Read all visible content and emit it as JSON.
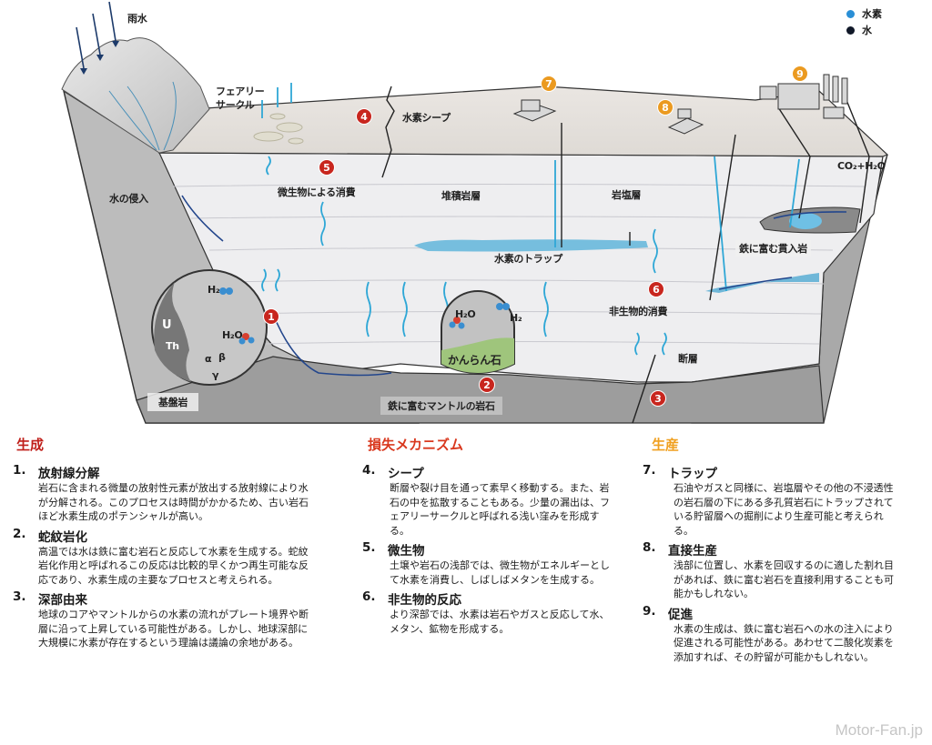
{
  "legend": [
    {
      "label": "水素",
      "color": "#2a8fd6"
    },
    {
      "label": "水",
      "color": "#101828"
    }
  ],
  "diagram_labels": {
    "rain": "雨水",
    "fairy_circle": [
      "フェアリー",
      "サークル"
    ],
    "hydrogen_seep": "水素シープ",
    "microbial_consumption": "微生物による消費",
    "water_intrusion": "水の侵入",
    "sedimentary_layer": "堆積岩層",
    "salt_layer": "岩塩層",
    "hydrogen_trap": "水素のトラップ",
    "abiotic_consumption": "非生物的消費",
    "fault": "断層",
    "iron_rich_intrusion": "鉄に富む貫入岩",
    "co2_h2o": "CO₂+H₂O",
    "basement_rock": "基盤岩",
    "iron_rich_mantle": "鉄に富むマントルの岩石",
    "olivine": "かんらん石",
    "h2o_left": "H₂O",
    "h2_left": "H₂",
    "uranium": "U",
    "thorium": "Th",
    "alpha": "α",
    "beta": "β",
    "gamma": "γ",
    "h2o_right": "H₂O",
    "h2_right": "H₂"
  },
  "badges": [
    "1",
    "2",
    "3",
    "4",
    "5",
    "6",
    "7",
    "8",
    "9"
  ],
  "colors": {
    "generation": "#c0201b",
    "loss": "#d9381e",
    "production": "#f0a020",
    "hydrogen": "#2a8fd6",
    "badge_red": "#c8261e",
    "badge_orange": "#eb9a20"
  },
  "sections": [
    {
      "title": "生成",
      "items": [
        {
          "num": "1.",
          "head": "放射線分解",
          "body": "岩石に含まれる微量の放射性元素が放出する放射線により水が分解される。このプロセスは時間がかかるため、古い岩石ほど水素生成のポテンシャルが高い。"
        },
        {
          "num": "2.",
          "head": "蛇紋岩化",
          "body": "高温では水は鉄に富む岩石と反応して水素を生成する。蛇紋岩化作用と呼ばれるこの反応は比較的早くかつ再生可能な反応であり、水素生成の主要なプロセスと考えられる。"
        },
        {
          "num": "3.",
          "head": "深部由来",
          "body": "地球のコアやマントルからの水素の流れがプレート境界や断層に沿って上昇している可能性がある。しかし、地球深部に大規模に水素が存在するという理論は議論の余地がある。"
        }
      ]
    },
    {
      "title": "損失メカニズム",
      "items": [
        {
          "num": "4.",
          "head": "シープ",
          "body": "断層や裂け目を通って素早く移動する。また、岩石の中を拡散することもある。少量の漏出は、フェアリーサークルと呼ばれる浅い窪みを形成する。"
        },
        {
          "num": "5.",
          "head": "微生物",
          "body": "土壌や岩石の浅部では、微生物がエネルギーとして水素を消費し、しばしばメタンを生成する。"
        },
        {
          "num": "6.",
          "head": "非生物的反応",
          "body": "より深部では、水素は岩石やガスと反応して水、メタン、鉱物を形成する。"
        }
      ]
    },
    {
      "title": "生産",
      "items": [
        {
          "num": "7.",
          "head": "トラップ",
          "body": "石油やガスと同様に、岩塩層やその他の不浸透性の岩石層の下にある多孔質岩石にトラップされている貯留層への掘削により生産可能と考えられる。"
        },
        {
          "num": "8.",
          "head": "直接生産",
          "body": "浅部に位置し、水素を回収するのに適した割れ目があれば、鉄に富む岩石を直接利用することも可能かもしれない。"
        },
        {
          "num": "9.",
          "head": "促進",
          "body": "水素の生成は、鉄に富む岩石への水の注入により促進される可能性がある。あわせて二酸化炭素を添加すれば、その貯留が可能かもしれない。"
        }
      ]
    }
  ],
  "watermark": "Motor-Fan.jp"
}
